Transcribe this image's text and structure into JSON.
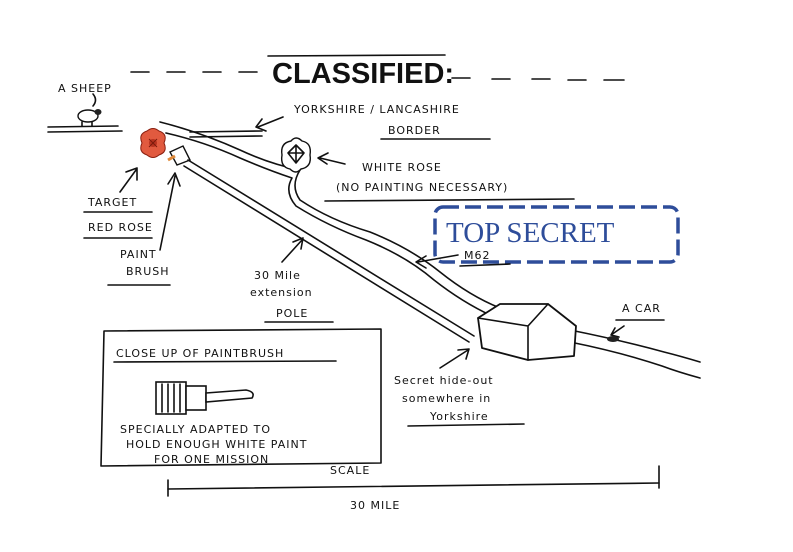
{
  "title": "CLASSIFIED:",
  "stamp": "TOP SECRET",
  "labels": {
    "sheep": "A SHEEP",
    "border_line1": "YORKSHIRE / LANCASHIRE",
    "border_line2": "BORDER",
    "white_rose_line1": "WHITE ROSE",
    "white_rose_line2": "(NO PAINTING NECESSARY)",
    "target_line1": "TARGET",
    "target_line2": "RED ROSE",
    "paint_brush_line1": "PAINT",
    "paint_brush_line2": "BRUSH",
    "pole_line1": "30 Mile",
    "pole_line2": "extension",
    "pole_line3": "POLE",
    "road": "M62",
    "car": "A CAR",
    "hideout_line1": "Secret hide-out",
    "hideout_line2": "somewhere in",
    "hideout_line3": "Yorkshire",
    "closeup_title": "CLOSE UP OF PAINTBRUSH",
    "closeup_line1": "SPECIALLY ADAPTED TO",
    "closeup_line2": "HOLD ENOUGH WHITE PAINT",
    "closeup_line3": "FOR ONE MISSION",
    "scale_label": "SCALE",
    "scale_value": "30 MILE"
  },
  "colors": {
    "ink": "#111111",
    "red_rose": "#d9432e",
    "stamp_blue": "#2e4d9a"
  },
  "icons": [
    "sheep-icon",
    "red-rose-icon",
    "white-rose-icon",
    "paintbrush-icon",
    "hideout-icon",
    "car-icon"
  ]
}
